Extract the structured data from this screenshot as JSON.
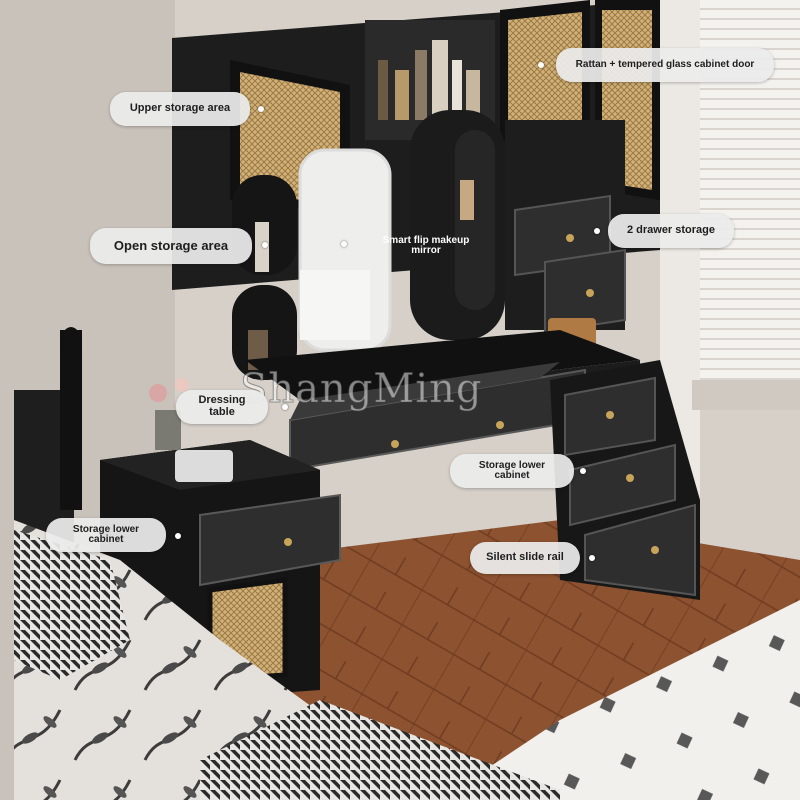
{
  "labels": {
    "cabinet_door": "Rattan + tempered glass cabinet door",
    "upper_storage": "Upper storage area",
    "open_storage": "Open storage area",
    "flip_mirror": "Smart flip makeup\nmirror",
    "two_drawer": "2 drawer storage",
    "dressing_table": "Dressing\ntable",
    "lower_cabinet_right": "Storage lower\ncabinet",
    "lower_cabinet_left": "Storage lower\ncabinet",
    "slide_rail": "Silent slide rail"
  },
  "watermark": "ShangMing",
  "colors": {
    "furniture": "#1c1c1c",
    "rattan": "#c9a46a",
    "wall": "#d8d2cb",
    "floor": "#8a4e2c",
    "callout_bg": "#ececec"
  }
}
